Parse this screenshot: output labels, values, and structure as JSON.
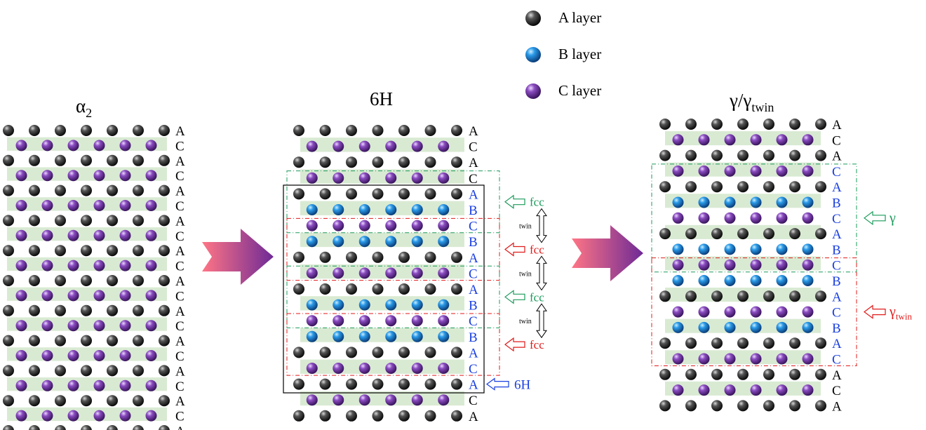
{
  "legend": {
    "items": [
      {
        "label": "A layer",
        "atom": "A"
      },
      {
        "label": "B layer",
        "atom": "B"
      },
      {
        "label": "C layer",
        "atom": "C"
      }
    ]
  },
  "colors": {
    "A": "#2a2a2a",
    "B": "#1f7fd0",
    "C": "#7a3fae",
    "band": "#d9ead3",
    "black_text": "#000000",
    "blue_text": "#1a3fe0",
    "green": "#1a9a5a",
    "red": "#e01a1a",
    "arrow_start": "#ff6b7a",
    "arrow_end": "#7a2a9a"
  },
  "panels": [
    {
      "title_main": "α",
      "title_sub": "2",
      "layers": [
        "A",
        "C",
        "A",
        "C",
        "A",
        "C",
        "A",
        "C",
        "A",
        "C",
        "A",
        "C",
        "A",
        "C",
        "A",
        "C",
        "A",
        "C",
        "A",
        "C",
        "A"
      ]
    },
    {
      "title_main": "6H",
      "title_sub": "",
      "layers": [
        "A",
        "C",
        "A",
        "C",
        "A",
        "B",
        "C",
        "B",
        "A",
        "C",
        "A",
        "B",
        "C",
        "B",
        "A",
        "C",
        "A",
        "C",
        "A"
      ],
      "blue_labels_from": 4,
      "blue_labels_to": 16,
      "boxes": [
        {
          "from": 3,
          "to": 6,
          "color": "green"
        },
        {
          "from": 6,
          "to": 9,
          "color": "red"
        },
        {
          "from": 9,
          "to": 12,
          "color": "green"
        },
        {
          "from": 12,
          "to": 15,
          "color": "red"
        }
      ],
      "notes": [
        {
          "text": "fcc",
          "at": 4.5,
          "color": "green"
        },
        {
          "text": "fcc",
          "at": 7.5,
          "color": "red"
        },
        {
          "text": "fcc",
          "at": 10.5,
          "color": "green"
        },
        {
          "text": "fcc",
          "at": 13.5,
          "color": "red"
        }
      ],
      "twins": [
        {
          "text": "twin",
          "at": 6
        },
        {
          "text": "twin",
          "at": 9
        },
        {
          "text": "twin",
          "at": 12
        }
      ],
      "period_note": {
        "text": "6H",
        "at": 16,
        "color": "blue"
      }
    },
    {
      "title_main": "γ/γ",
      "title_sub": "twin",
      "layers": [
        "A",
        "C",
        "A",
        "C",
        "A",
        "B",
        "C",
        "A",
        "B",
        "C",
        "B",
        "A",
        "C",
        "B",
        "A",
        "C",
        "A",
        "C",
        "A"
      ],
      "blue_labels_from": 3,
      "blue_labels_to": 15,
      "boxes": [
        {
          "from": 3,
          "to": 9,
          "color": "green"
        },
        {
          "from": 9,
          "to": 15,
          "color": "red"
        }
      ],
      "notes": [
        {
          "text": "γ",
          "sub": "",
          "at": 6,
          "color": "green"
        },
        {
          "text": "γ",
          "sub": "twin",
          "at": 12,
          "color": "red"
        }
      ]
    }
  ]
}
